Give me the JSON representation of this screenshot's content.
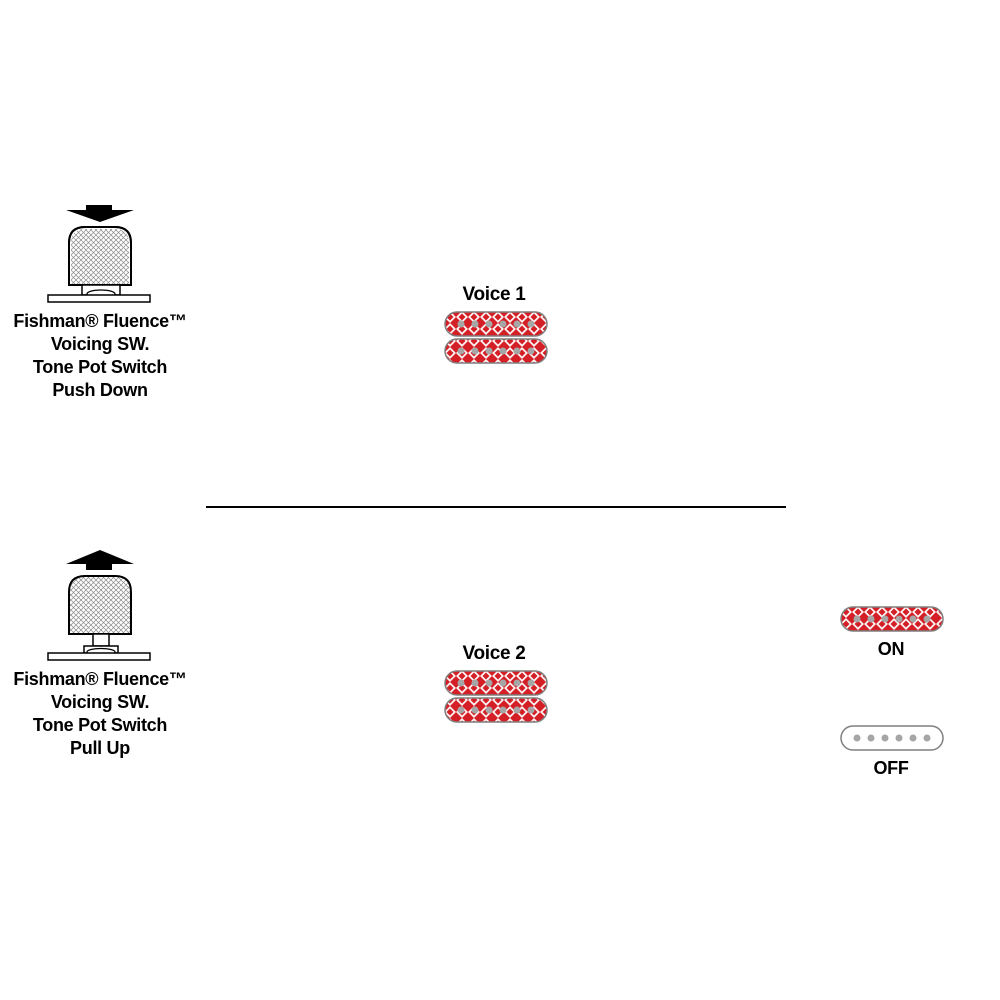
{
  "sections": [
    {
      "switch_label": {
        "line1": "Fishman® Fluence™",
        "line2": "Voicing SW.",
        "line3": "Tone Pot Switch",
        "line4": "Push Down"
      },
      "switch_state": "push-down",
      "voice_label": "Voice 1",
      "pickup_coils": [
        "on",
        "on"
      ]
    },
    {
      "switch_label": {
        "line1": "Fishman® Fluence™",
        "line2": "Voicing SW.",
        "line3": "Tone Pot Switch",
        "line4": "Pull Up"
      },
      "switch_state": "pull-up",
      "voice_label": "Voice 2",
      "pickup_coils": [
        "on",
        "on"
      ]
    }
  ],
  "legend": {
    "on_label": "ON",
    "off_label": "OFF"
  },
  "colors": {
    "coil_on_fill": "#d41f26",
    "coil_outline": "#7f7f7f",
    "pole_piece": "#a6a6a6",
    "ink": "#000000"
  },
  "icons": {
    "push_arrow": "arrow-down-icon",
    "pull_arrow": "arrow-up-icon",
    "knob": "knurled-knob-icon"
  }
}
